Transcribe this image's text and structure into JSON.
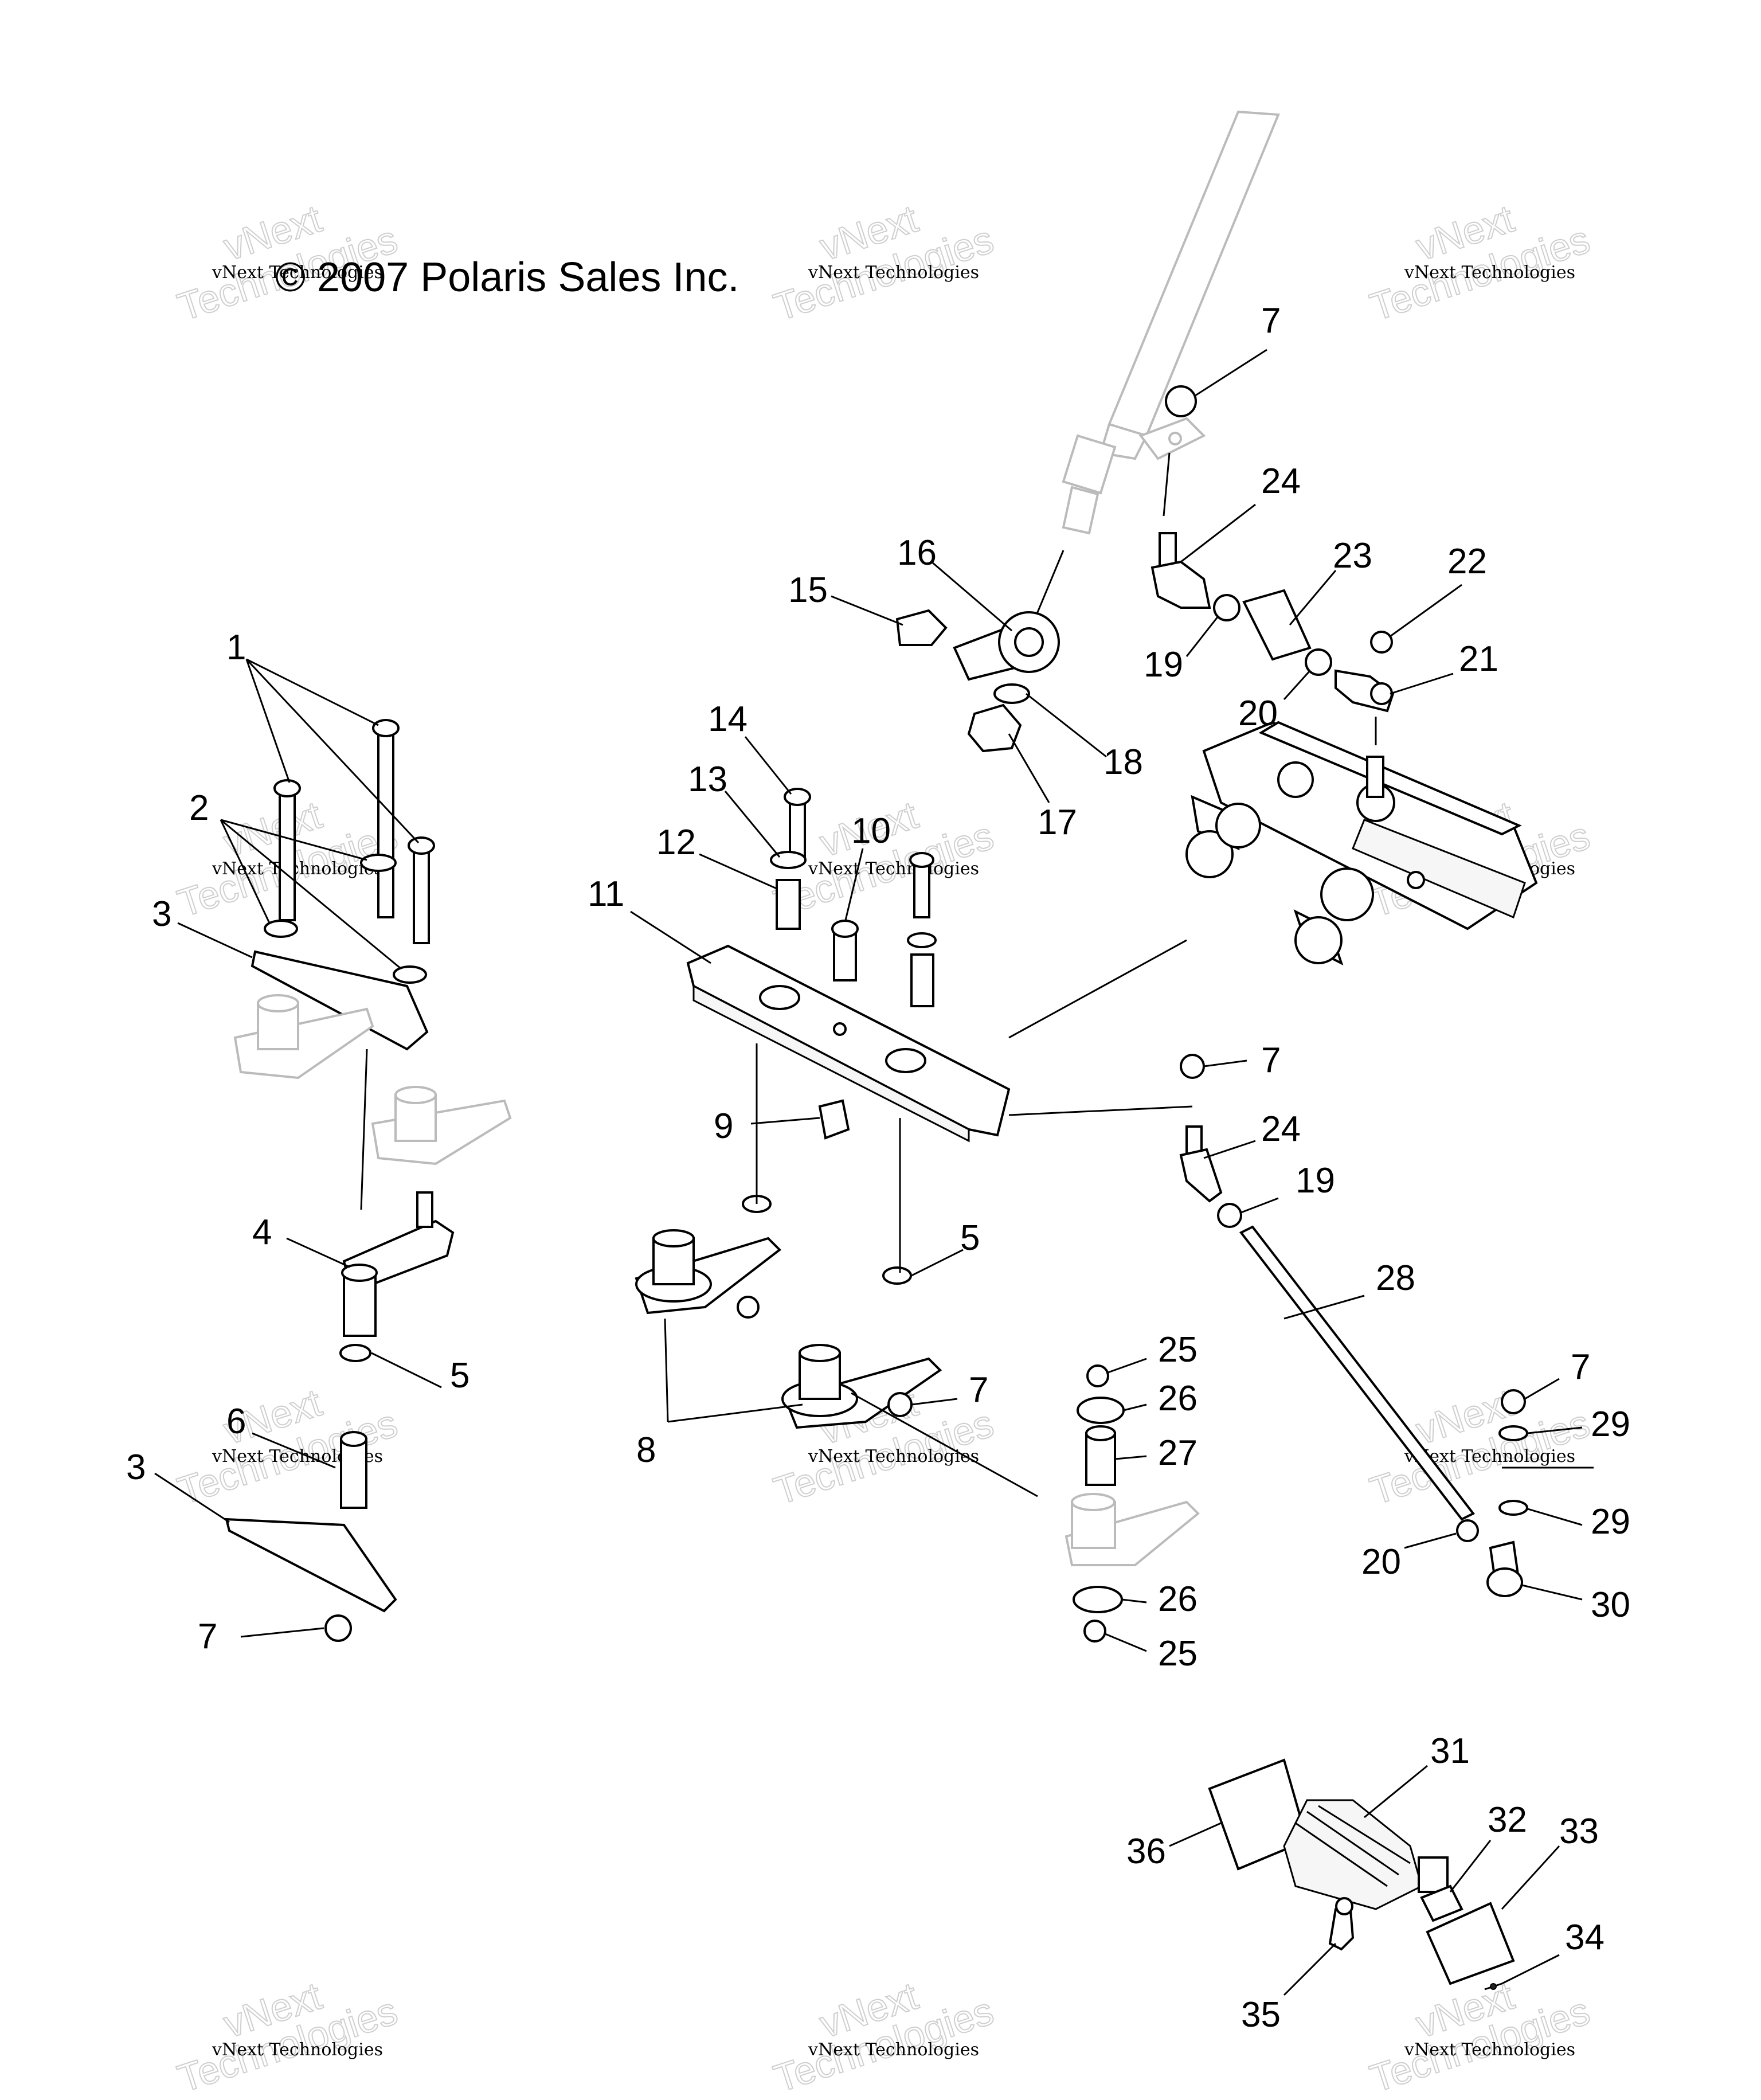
{
  "copyright": "© 2007 Polaris Sales Inc.",
  "watermark": {
    "small": "vNext Technologies",
    "big_top": "vNext",
    "big_bottom": "Technologies"
  },
  "callouts": {
    "c1": "1",
    "c2": "2",
    "c3a": "3",
    "c3b": "3",
    "c4": "4",
    "c5a": "5",
    "c5b": "5",
    "c6": "6",
    "c7a": "7",
    "c7b": "7",
    "c7c": "7",
    "c7d": "7",
    "c7e": "7",
    "c8": "8",
    "c9": "9",
    "c10": "10",
    "c11": "11",
    "c12": "12",
    "c13": "13",
    "c14": "14",
    "c15": "15",
    "c16": "16",
    "c17": "17",
    "c18": "18",
    "c19a": "19",
    "c19b": "19",
    "c20a": "20",
    "c20b": "20",
    "c21": "21",
    "c22": "22",
    "c23": "23",
    "c24a": "24",
    "c24b": "24",
    "c25a": "25",
    "c25b": "25",
    "c26a": "26",
    "c26b": "26",
    "c27": "27",
    "c28": "28",
    "c29a": "29",
    "c29b": "29",
    "c30": "30",
    "c31": "31",
    "c32": "32",
    "c33": "33",
    "c34": "34",
    "c35": "35",
    "c36": "36"
  }
}
